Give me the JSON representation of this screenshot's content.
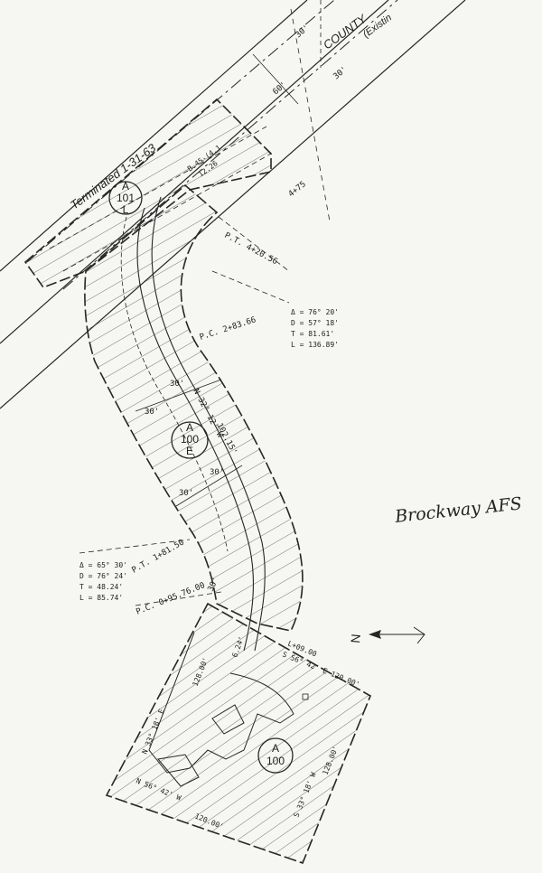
{
  "road": {
    "terminated": "Terminated 1-31-63",
    "county": "COUNTY",
    "existing": "(Existin",
    "width_left": "30'",
    "width_right": "30'",
    "width_60": "60'",
    "station_top": "B.45-(4.1",
    "station_top2": "12.26",
    "station_side": "4+75"
  },
  "markers": [
    {
      "top": "A",
      "mid": "101",
      "bottom": "L"
    },
    {
      "top": "A",
      "mid": "100",
      "bottom": "E"
    },
    {
      "top": "A",
      "mid": "100",
      "bottom": ""
    }
  ],
  "curve1": {
    "pt": "P.T. 4+20.56",
    "pc": "P.C. 2+83.66",
    "delta": "Δ = 76° 20'",
    "d": "D = 57° 18'",
    "t": "T = 81.61'",
    "l": "L = 136.89'"
  },
  "tangent": {
    "bearing": "N 32° 12' W",
    "dist": "102.15'",
    "w1": "30'",
    "w2": "30'",
    "w3": "30'",
    "w4": "30'"
  },
  "curve2": {
    "pt": "P.T. 1+81.50",
    "pc": "P.C. 0+95.76.00",
    "delta": "Δ = 65° 30'",
    "d": "D = 76° 24'",
    "t": "T = 48.24'",
    "l": "L = 85.74'",
    "w": "30'"
  },
  "site": {
    "start": "L+09.00",
    "se_bearing": "S 56° 42' E 120.00'",
    "w_bearing": "N 33° 18' E",
    "w_dist": "128.00'",
    "s_bearing": "S 33° 18' W",
    "s_dist": "128.00'",
    "n_bearing": "N 56° 42' W",
    "n_dist": "120.00'",
    "small": "6.24'"
  },
  "site_name": "Brockway AFS",
  "north": "N"
}
